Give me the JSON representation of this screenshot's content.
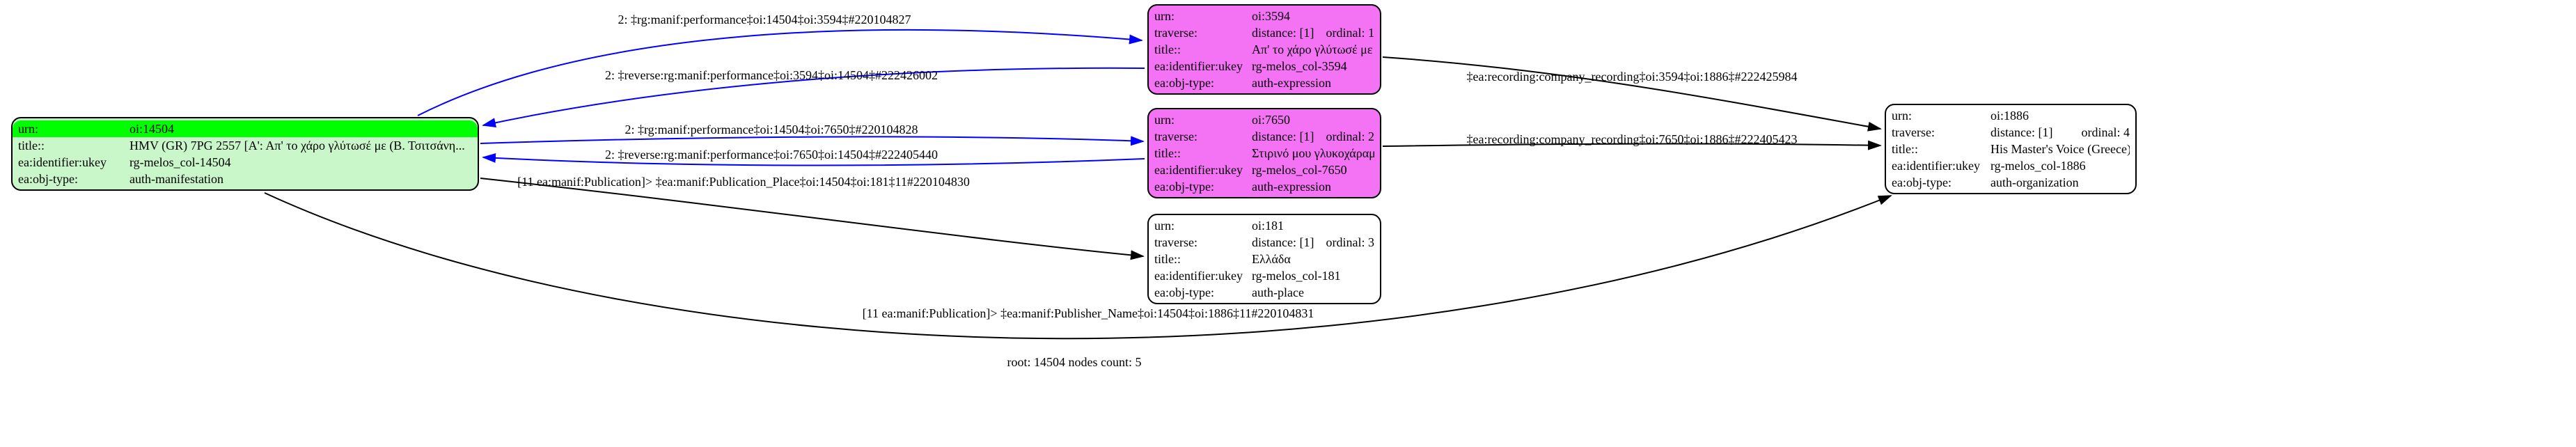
{
  "root_label": "root: 14504 nodes count: 5",
  "colors": {
    "manif_fill": "#caf7ca",
    "expr_fill": "#f473f4",
    "highlight": "#00ff00",
    "edge_blue": "#0000ff",
    "edge_black": "#000000"
  },
  "nodes": [
    {
      "id": "oi:14504",
      "type": "auth-manifestation",
      "rows": [
        {
          "key": "urn:",
          "value": "oi:14504"
        },
        {
          "key": "title::",
          "value": "HMV (GR) 7PG 2557 [Α': Απ' το χάρο γλύτωσέ με (Β. Τσιτσάνη..."
        },
        {
          "key": "ea:identifier:ukey",
          "value": "rg-melos_col-14504"
        },
        {
          "key": "ea:obj-type:",
          "value": "auth-manifestation"
        }
      ]
    },
    {
      "id": "oi:3594",
      "type": "auth-expression",
      "rows": [
        {
          "key": "urn:",
          "value": "oi:3594"
        },
        {
          "key": "traverse:",
          "value": "distance: [1]",
          "value2": "ordinal: 1"
        },
        {
          "key": "title::",
          "value": "Απ' το χάρο γλύτωσέ με"
        },
        {
          "key": "ea:identifier:ukey",
          "value": "rg-melos_col-3594"
        },
        {
          "key": "ea:obj-type:",
          "value": "auth-expression"
        }
      ]
    },
    {
      "id": "oi:7650",
      "type": "auth-expression",
      "rows": [
        {
          "key": "urn:",
          "value": "oi:7650"
        },
        {
          "key": "traverse:",
          "value": "distance: [1]",
          "value2": "ordinal: 2"
        },
        {
          "key": "title::",
          "value": "Στιρινό μου γλυκοχάραμα"
        },
        {
          "key": "ea:identifier:ukey",
          "value": "rg-melos_col-7650"
        },
        {
          "key": "ea:obj-type:",
          "value": "auth-expression"
        }
      ]
    },
    {
      "id": "oi:181",
      "type": "auth-place",
      "rows": [
        {
          "key": "urn:",
          "value": "oi:181"
        },
        {
          "key": "traverse:",
          "value": "distance: [1]",
          "value2": "ordinal: 3"
        },
        {
          "key": "title::",
          "value": "Ελλάδα"
        },
        {
          "key": "ea:identifier:ukey",
          "value": "rg-melos_col-181"
        },
        {
          "key": "ea:obj-type:",
          "value": "auth-place"
        }
      ]
    },
    {
      "id": "oi:1886",
      "type": "auth-organization",
      "rows": [
        {
          "key": "urn:",
          "value": "oi:1886"
        },
        {
          "key": "traverse:",
          "value": "distance: [1]",
          "value2": "ordinal: 4"
        },
        {
          "key": "title::",
          "value": "His Master's Voice (Greece)"
        },
        {
          "key": "ea:identifier:ukey",
          "value": "rg-melos_col-1886"
        },
        {
          "key": "ea:obj-type:",
          "value": "auth-organization"
        }
      ]
    }
  ],
  "edges": [
    {
      "id": "manif-performance-3594",
      "color": "blue",
      "label": "2: ‡rg:manif:performance‡oi:14504‡oi:3594‡#220104827"
    },
    {
      "id": "reverse-performance-3594",
      "color": "blue",
      "label": "2: ‡reverse:rg:manif:performance‡oi:3594‡oi:14504‡#222426002"
    },
    {
      "id": "manif-performance-7650",
      "color": "blue",
      "label": "2: ‡rg:manif:performance‡oi:14504‡oi:7650‡#220104828"
    },
    {
      "id": "reverse-performance-7650",
      "color": "blue",
      "label": "2: ‡reverse:rg:manif:performance‡oi:7650‡oi:14504‡#222405440"
    },
    {
      "id": "publication-place-181",
      "color": "black",
      "label": "[11 ea:manif:Publication]> ‡ea:manif:Publication_Place‡oi:14504‡oi:181‡11#220104830"
    },
    {
      "id": "company-recording-3594",
      "color": "black",
      "label": "‡ea:recording:company_recording‡oi:3594‡oi:1886‡#222425984"
    },
    {
      "id": "company-recording-7650",
      "color": "black",
      "label": "‡ea:recording:company_recording‡oi:7650‡oi:1886‡#222405423"
    },
    {
      "id": "publisher-name-1886",
      "color": "black",
      "label": "[11 ea:manif:Publication]> ‡ea:manif:Publisher_Name‡oi:14504‡oi:1886‡11#220104831"
    }
  ]
}
